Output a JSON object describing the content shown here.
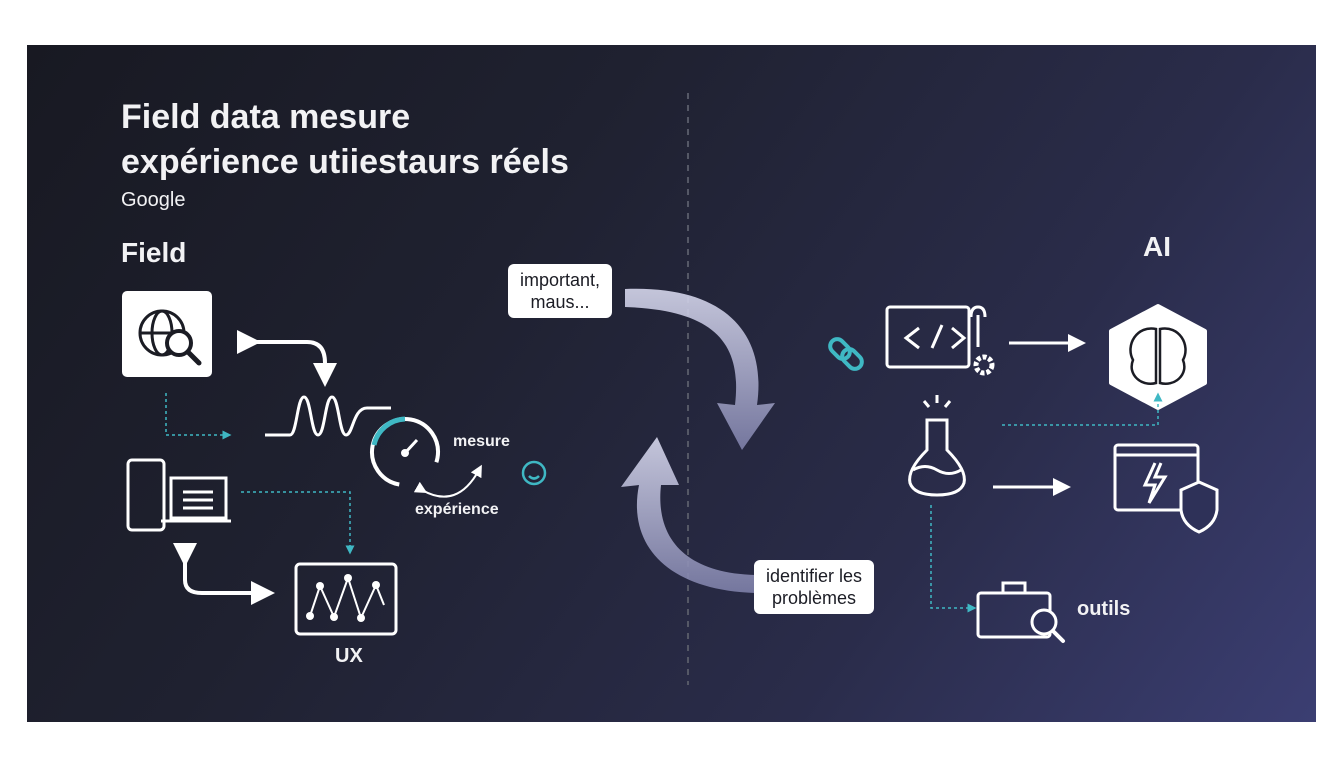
{
  "title_line1": "Field data mesure",
  "title_line2": "expérience utiiestaurs réels",
  "subtitle": "Google",
  "left_section": {
    "heading": "Field",
    "labels": {
      "mesure": "mesure",
      "experience": "expérience",
      "ux": "UX"
    }
  },
  "right_section": {
    "heading": "AI",
    "labels": {
      "outils": "outils"
    }
  },
  "callouts": {
    "top": "important,\nmaus...",
    "bottom": "identifier les\nproblèmes"
  },
  "colors": {
    "accent": "#3fb8c4",
    "background_dark": "#1c1d28",
    "background_light": "#3b3e72",
    "foreground": "#ffffff"
  }
}
